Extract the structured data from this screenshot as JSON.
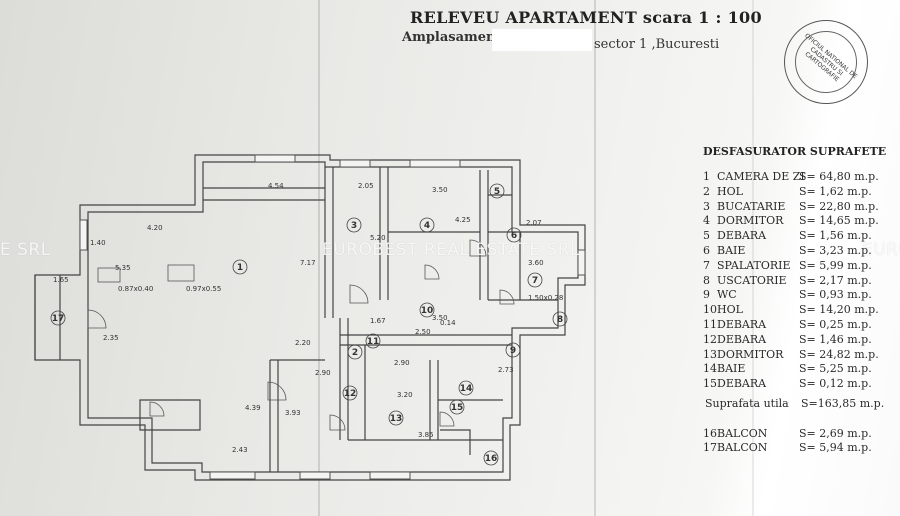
{
  "header": {
    "title": "RELEVEU APARTAMENT scara 1 : 100",
    "address_label": "Amplasament :",
    "address_rest": "sector 1 ,Bucuresti"
  },
  "watermark": {
    "left": "E SRL",
    "center": "EUROBEST REAL ESTATE SRL",
    "right": "EURO"
  },
  "stamp_text": "OFICIUL NATIONAL DE CADASTRU SI CARTOGRAFIE",
  "summary": {
    "title": "DESFASURATOR SUPRAFETE",
    "rooms": [
      {
        "n": "1",
        "name": "CAMERA DE ZI",
        "area": "S= 64,80 m.p."
      },
      {
        "n": "2",
        "name": "HOL",
        "area": "S= 1,62 m.p."
      },
      {
        "n": "3",
        "name": "BUCATARIE",
        "area": "S= 22,80 m.p."
      },
      {
        "n": "4",
        "name": "DORMITOR",
        "area": "S= 14,65 m.p."
      },
      {
        "n": "5",
        "name": "DEBARA",
        "area": "S= 1,56 m.p."
      },
      {
        "n": "6",
        "name": "BAIE",
        "area": "S= 3,23 m.p."
      },
      {
        "n": "7",
        "name": "SPALATORIE",
        "area": "S= 5,99 m.p."
      },
      {
        "n": "8",
        "name": "USCATORIE",
        "area": "S= 2,17 m.p."
      },
      {
        "n": "9",
        "name": "WC",
        "area": "S= 0,93 m.p."
      },
      {
        "n": "10",
        "name": "HOL",
        "area": "S= 14,20 m.p."
      },
      {
        "n": "11",
        "name": "DEBARA",
        "area": "S= 0,25 m.p."
      },
      {
        "n": "12",
        "name": "DEBARA",
        "area": "S= 1,46 m.p."
      },
      {
        "n": "13",
        "name": "DORMITOR",
        "area": "S= 24,82 m.p."
      },
      {
        "n": "14",
        "name": "BAIE",
        "area": "S= 5,25 m.p."
      },
      {
        "n": "15",
        "name": "DEBARA",
        "area": "S= 0,12 m.p."
      }
    ],
    "total_label": "Suprafata utila",
    "total_area": "S=163,85 m.p.",
    "balconies": [
      {
        "n": "16",
        "name": "BALCON",
        "area": "S= 2,69 m.p."
      },
      {
        "n": "17",
        "name": "BALCON",
        "area": "S= 5,94 m.p."
      }
    ]
  },
  "plan": {
    "room_numbers": [
      "1",
      "2",
      "3",
      "4",
      "5",
      "6",
      "7",
      "8",
      "9",
      "10",
      "11",
      "12",
      "13",
      "14",
      "15",
      "16",
      "17"
    ],
    "dims": [
      "4.54",
      "2.05",
      "3.50",
      "4.20",
      "5.35",
      "7.17",
      "5.20",
      "4.25",
      "2.07",
      "1.50x0.28",
      "3.60",
      "2.35",
      "2.90",
      "3.20",
      "2.73",
      "1.40",
      "0.87x0.40",
      "0.97x0.55",
      "2.20",
      "1.67",
      "3.50",
      "2.50",
      "2.90",
      "3.85",
      "4.39",
      "3.93",
      "2.43",
      "1.65",
      "0.14"
    ]
  }
}
